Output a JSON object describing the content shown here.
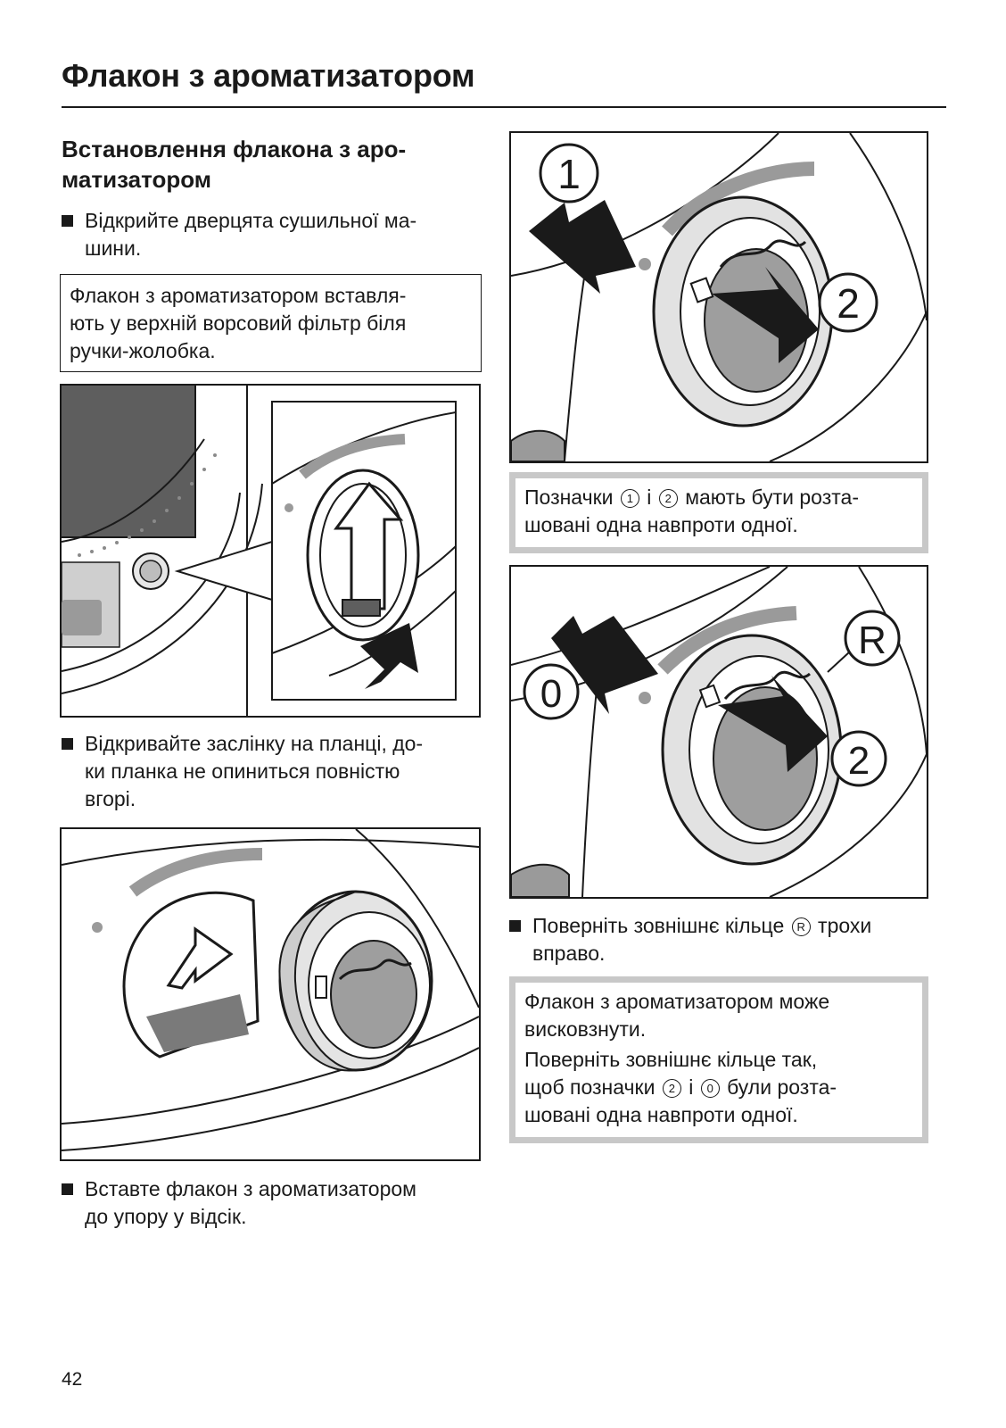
{
  "header": {
    "title": "Флакон з ароматизатором"
  },
  "left": {
    "heading_line1": "Встановлення флакона з аро-",
    "heading_line2": "матизатором",
    "step1": {
      "line1": "Відкрийте дверцята сушильної ма-",
      "line2": "шини."
    },
    "info1": {
      "line1": "Флакон з ароматизатором вставля-",
      "line2": "ють у верхній ворсовий фільтр біля",
      "line3": "ручки-жолобка."
    },
    "step2": {
      "line1": "Відкривайте заслінку на планці, до-",
      "line2": "ки планка не опиниться повністю",
      "line3": "вгорі."
    },
    "step3": {
      "line1": "Вставте флакон з ароматизатором",
      "line2": "до упору у відсік."
    }
  },
  "right": {
    "fig1_marks": {
      "one": "1",
      "two": "2"
    },
    "note1": {
      "before": "Позначки",
      "mark1": "1",
      "and": "і",
      "mark2": "2",
      "after": "мають бути розта-",
      "line2": "шовані одна навпроти одної."
    },
    "fig2_marks": {
      "r": "R",
      "zero": "0",
      "two": "2"
    },
    "step4": {
      "before": "Поверніть зовнішнє кільце",
      "mark": "R",
      "after": "трохи",
      "line2": "вправо."
    },
    "note2": {
      "line1": "Флакон з ароматизатором може",
      "line2": "висковзнути.",
      "line3": "Поверніть зовнішнє кільце так,",
      "line4_before": "щоб позначки",
      "mark2": "2",
      "and": "і",
      "mark0": "0",
      "line4_after": "були розта-",
      "line5": "шовані одна навпроти одної."
    }
  },
  "footer": {
    "page_number": "42"
  },
  "colors": {
    "text": "#1a1a1a",
    "note_border_grey": "#c8c8c8",
    "illustration_grey": "#9a9a9a"
  }
}
